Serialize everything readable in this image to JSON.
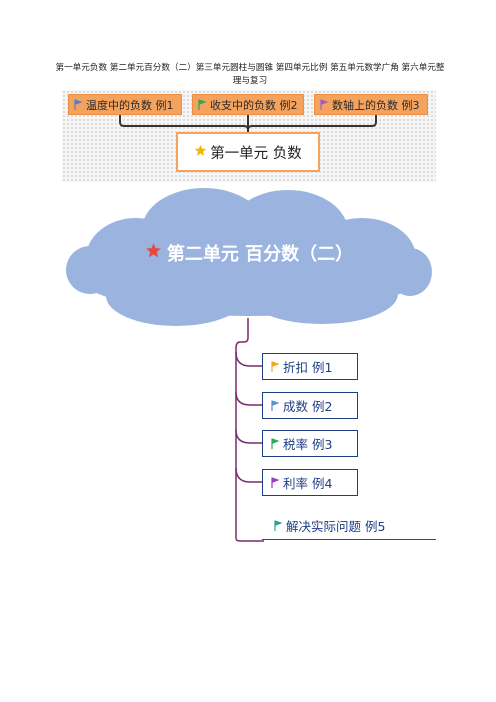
{
  "header": {
    "text": "第一单元负数 第二单元百分数（二）第三单元圆柱与圆锥 第四单元比例 第五单元数学广角 第六单元整理与复习"
  },
  "map1": {
    "subtopics": [
      {
        "label": "温度中的负数 例1",
        "flag_color": "#5b7ec9"
      },
      {
        "label": "收支中的负数 例2",
        "flag_color": "#2fa85a"
      },
      {
        "label": "数轴上的负数 例3",
        "flag_color": "#a45bc5"
      }
    ],
    "main_topic": "第一单元 负数",
    "star_color": "#f2b705"
  },
  "map2": {
    "main_topic": "第二单元 百分数（二）",
    "cloud_color": "#9ab4df",
    "star_color": "#e24b43",
    "subtopics": [
      {
        "label": "折扣 例1",
        "flag_color": "#f2a81e"
      },
      {
        "label": "成数 例2",
        "flag_color": "#5b8fd6"
      },
      {
        "label": "税率 例3",
        "flag_color": "#2fa85a"
      },
      {
        "label": "利率 例4",
        "flag_color": "#9b3bc2"
      },
      {
        "label": "解决实际问题 例5",
        "flag_color": "#2ba38a"
      }
    ]
  }
}
